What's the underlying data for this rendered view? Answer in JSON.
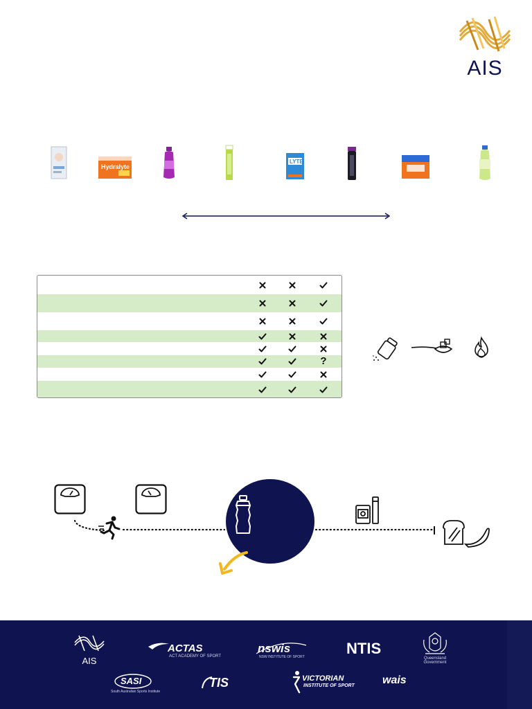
{
  "header": {
    "logo_text": "AIS",
    "colors": {
      "gold": "#e0a93a",
      "navy": "#0f1450"
    }
  },
  "products": [
    {
      "name": "sachet-box",
      "icon": "sachet-box-icon"
    },
    {
      "name": "hydralyte-box",
      "icon": "hydralyte-box-icon",
      "label": "Hydralyte"
    },
    {
      "name": "purple-bottle",
      "icon": "purple-bottle-icon"
    },
    {
      "name": "green-tablet-tube",
      "icon": "green-tube-icon"
    },
    {
      "name": "lyte-pack",
      "icon": "lyte-pack-icon",
      "label": "LYTE"
    },
    {
      "name": "black-tablet-tube",
      "icon": "black-tube-icon"
    },
    {
      "name": "hydralyte-orange-box",
      "icon": "hydralyte-orange-box-icon"
    },
    {
      "name": "green-sports-drink",
      "icon": "sports-drink-bottle-icon"
    }
  ],
  "table": {
    "columns": [
      "salt-icon",
      "sugar-icon",
      "energy-icon"
    ],
    "rows": [
      {
        "marks": [
          "x",
          "x",
          "check"
        ],
        "shade": false
      },
      {
        "marks": [
          "x",
          "x",
          "check"
        ],
        "shade": true
      },
      {
        "marks": [
          "x",
          "x",
          "check"
        ],
        "shade": false
      },
      {
        "marks": [
          "check",
          "x",
          "x"
        ],
        "shade": true
      },
      {
        "marks": [
          "check",
          "check",
          "x"
        ],
        "shade": false
      },
      {
        "marks": [
          "check",
          "check",
          "?"
        ],
        "shade": true
      },
      {
        "marks": [
          "check",
          "check",
          "x"
        ],
        "shade": false
      },
      {
        "marks": [
          "check",
          "check",
          "check"
        ],
        "shade": true
      }
    ],
    "question_mark": "?"
  },
  "side_icons": [
    "salt-shaker-icon",
    "sugar-spoon-icon",
    "flame-icon"
  ],
  "timeline": {
    "icons": [
      "scale-before-icon",
      "scale-after-icon",
      "runner-icon",
      "water-bottle-icon",
      "supplement-pack-icon",
      "bread-banana-icon",
      "yellow-arrow-icon"
    ]
  },
  "footer": {
    "logos": {
      "ais": "AIS",
      "actas": "ACTAS",
      "actas_sub": "ACT ACADEMY OF SPORT",
      "nswis": "nswis",
      "nswis_sub": "NSW INSTITUTE OF SPORT",
      "ntis": "NTIS",
      "qld": "Queensland Government",
      "sasi": "SASI",
      "sasi_sub": "South Australian Sports Institute",
      "tis": "TIS",
      "vis": "VICTORIAN",
      "vis_sub": "INSTITUTE OF SPORT",
      "wais": "wais"
    }
  }
}
